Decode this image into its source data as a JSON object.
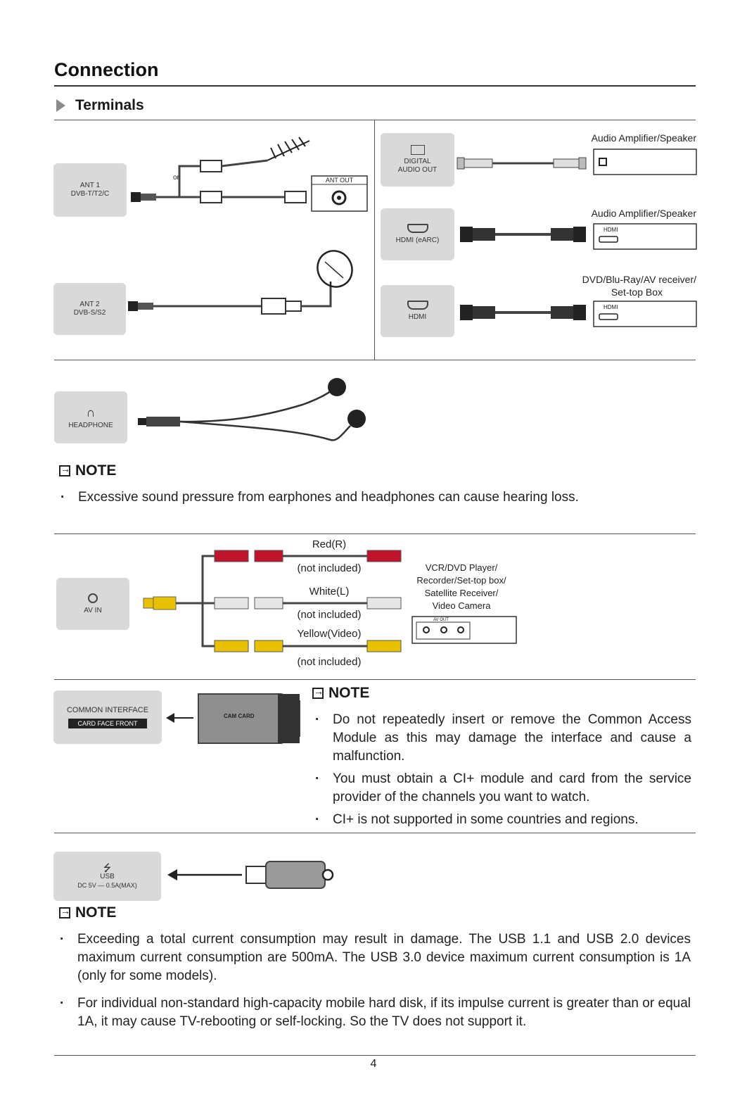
{
  "title": "Connection",
  "subtitle": "Terminals",
  "ports": {
    "ant1": {
      "line1": "ANT 1",
      "line2": "DVB-T/T2/C"
    },
    "ant2": {
      "line1": "ANT 2",
      "line2": "DVB-S/S2"
    },
    "ant_out": "ANT OUT",
    "or_label": "or",
    "digital_audio": {
      "line1": "DIGITAL",
      "line2": "AUDIO OUT"
    },
    "hdmi_earc": "HDMI (eARC)",
    "hdmi": "HDMI",
    "headphone": "HEADPHONE",
    "av_in": "AV IN",
    "common_interface": "COMMON INTERFACE",
    "card_face_front": "CARD FACE FRONT",
    "cam_card": "CAM CARD",
    "usb": "USB",
    "usb_spec": "DC 5V — 0.5A(MAX)"
  },
  "devices": {
    "audio_amp_1": "Audio Amplifier/Speaker",
    "audio_amp_2": "Audio Amplifier/Speaker",
    "dvd_line1": "DVD/Blu-Ray/AV receiver/",
    "dvd_line2": "Set-top Box",
    "hdmi_small": "HDMI",
    "vcr_line1": "VCR/DVD Player/",
    "vcr_line2": "Recorder/Set-top box/",
    "vcr_line3": "Satellite Receiver/",
    "vcr_line4": "Video Camera",
    "av_out": "AV OUT"
  },
  "av_cables": {
    "red": "Red(R)",
    "white": "White(L)",
    "yellow": "Yellow(Video)",
    "not_included": "(not included)"
  },
  "notes": {
    "label": "NOTE",
    "headphone": [
      "Excessive sound pressure from earphones and headphones can cause hearing loss."
    ],
    "ci": [
      "Do not repeatedly insert or remove the Common Access Module as this may damage the interface and cause a malfunction.",
      "You must obtain a CI+ module and card from the service provider of the channels you want to watch.",
      "CI+ is not supported in some countries and regions."
    ],
    "usb": [
      "Exceeding a total current consumption may result in damage. The USB 1.1 and USB 2.0 devices maximum current consumption are 500mA. The USB 3.0 device maximum current consumption is 1A (only for some models).",
      "For individual non-standard high-capacity mobile hard disk, if its impulse current is greater than or equal 1A, it may cause TV-rebooting or self-locking. So the TV does not support it."
    ]
  },
  "page_number": "4",
  "colors": {
    "port_bg": "#d9d9d9",
    "cable": "#444444",
    "red": "#c0142c",
    "yellow": "#e8c200",
    "white": "#e6e6e6"
  }
}
